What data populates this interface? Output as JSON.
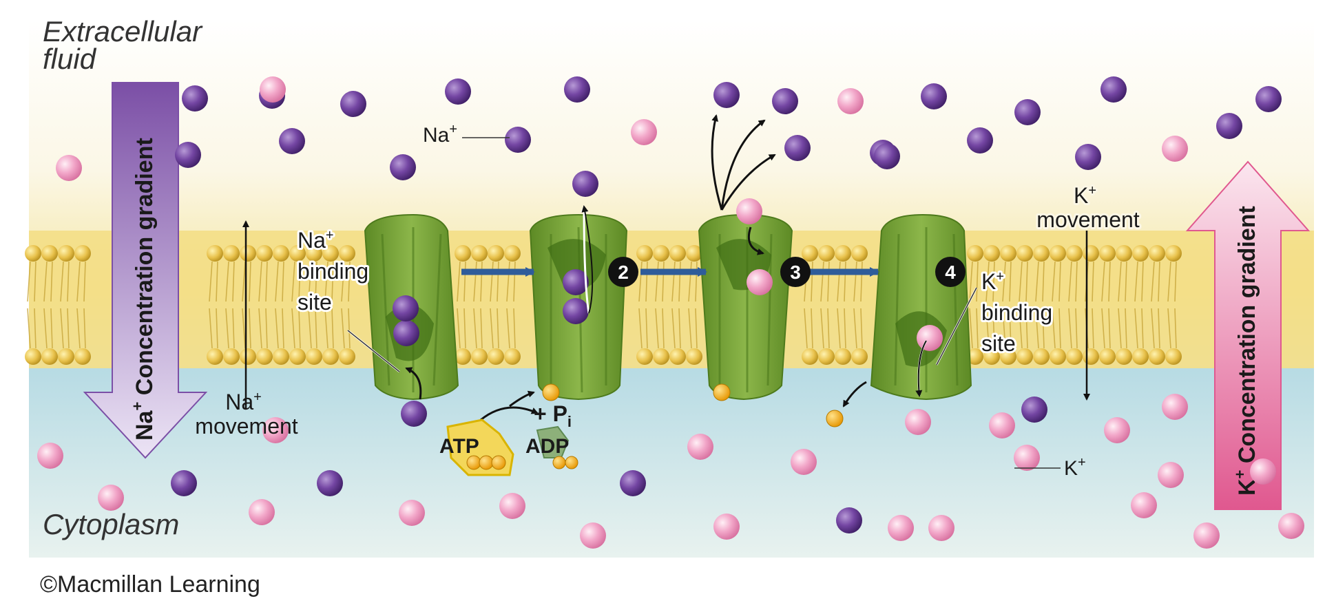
{
  "regions": {
    "extracellular": "Extracellular\nfluid",
    "cytoplasm": "Cytoplasm"
  },
  "gradients": {
    "na": {
      "label_base": "Na",
      "label_sup": "+",
      "label_rest": " Concentration gradient",
      "color": "#7b4fa6"
    },
    "k": {
      "label_base": "K",
      "label_sup": "+",
      "label_rest": " Concentration gradient",
      "color": "#e0588f"
    }
  },
  "labels": {
    "na_ion": {
      "base": "Na",
      "sup": "+"
    },
    "k_ion": {
      "base": "K",
      "sup": "+"
    },
    "na_binding": {
      "base": "Na",
      "sup": "+",
      "line2": "binding",
      "line3": "site"
    },
    "k_binding": {
      "base": "K",
      "sup": "+",
      "line2": "binding",
      "line3": "site"
    },
    "na_movement": {
      "base": "Na",
      "sup": "+",
      "line2": "movement"
    },
    "k_movement": {
      "base": "K",
      "sup": "+",
      "line2": "movement"
    },
    "atp": "ATP",
    "adp": "ADP",
    "pi": {
      "plus": "+ P",
      "sub": "i"
    }
  },
  "steps": [
    "2",
    "3",
    "4"
  ],
  "colors": {
    "na_ion": "#6a3d9a",
    "k_ion": "#f0a5c8",
    "phosphate": "#f2b300",
    "protein": "#6f9a2f",
    "membrane_head": "#e6c04a",
    "step_arrow": "#2f5c9a"
  },
  "copyright": "©Macmillan Learning"
}
